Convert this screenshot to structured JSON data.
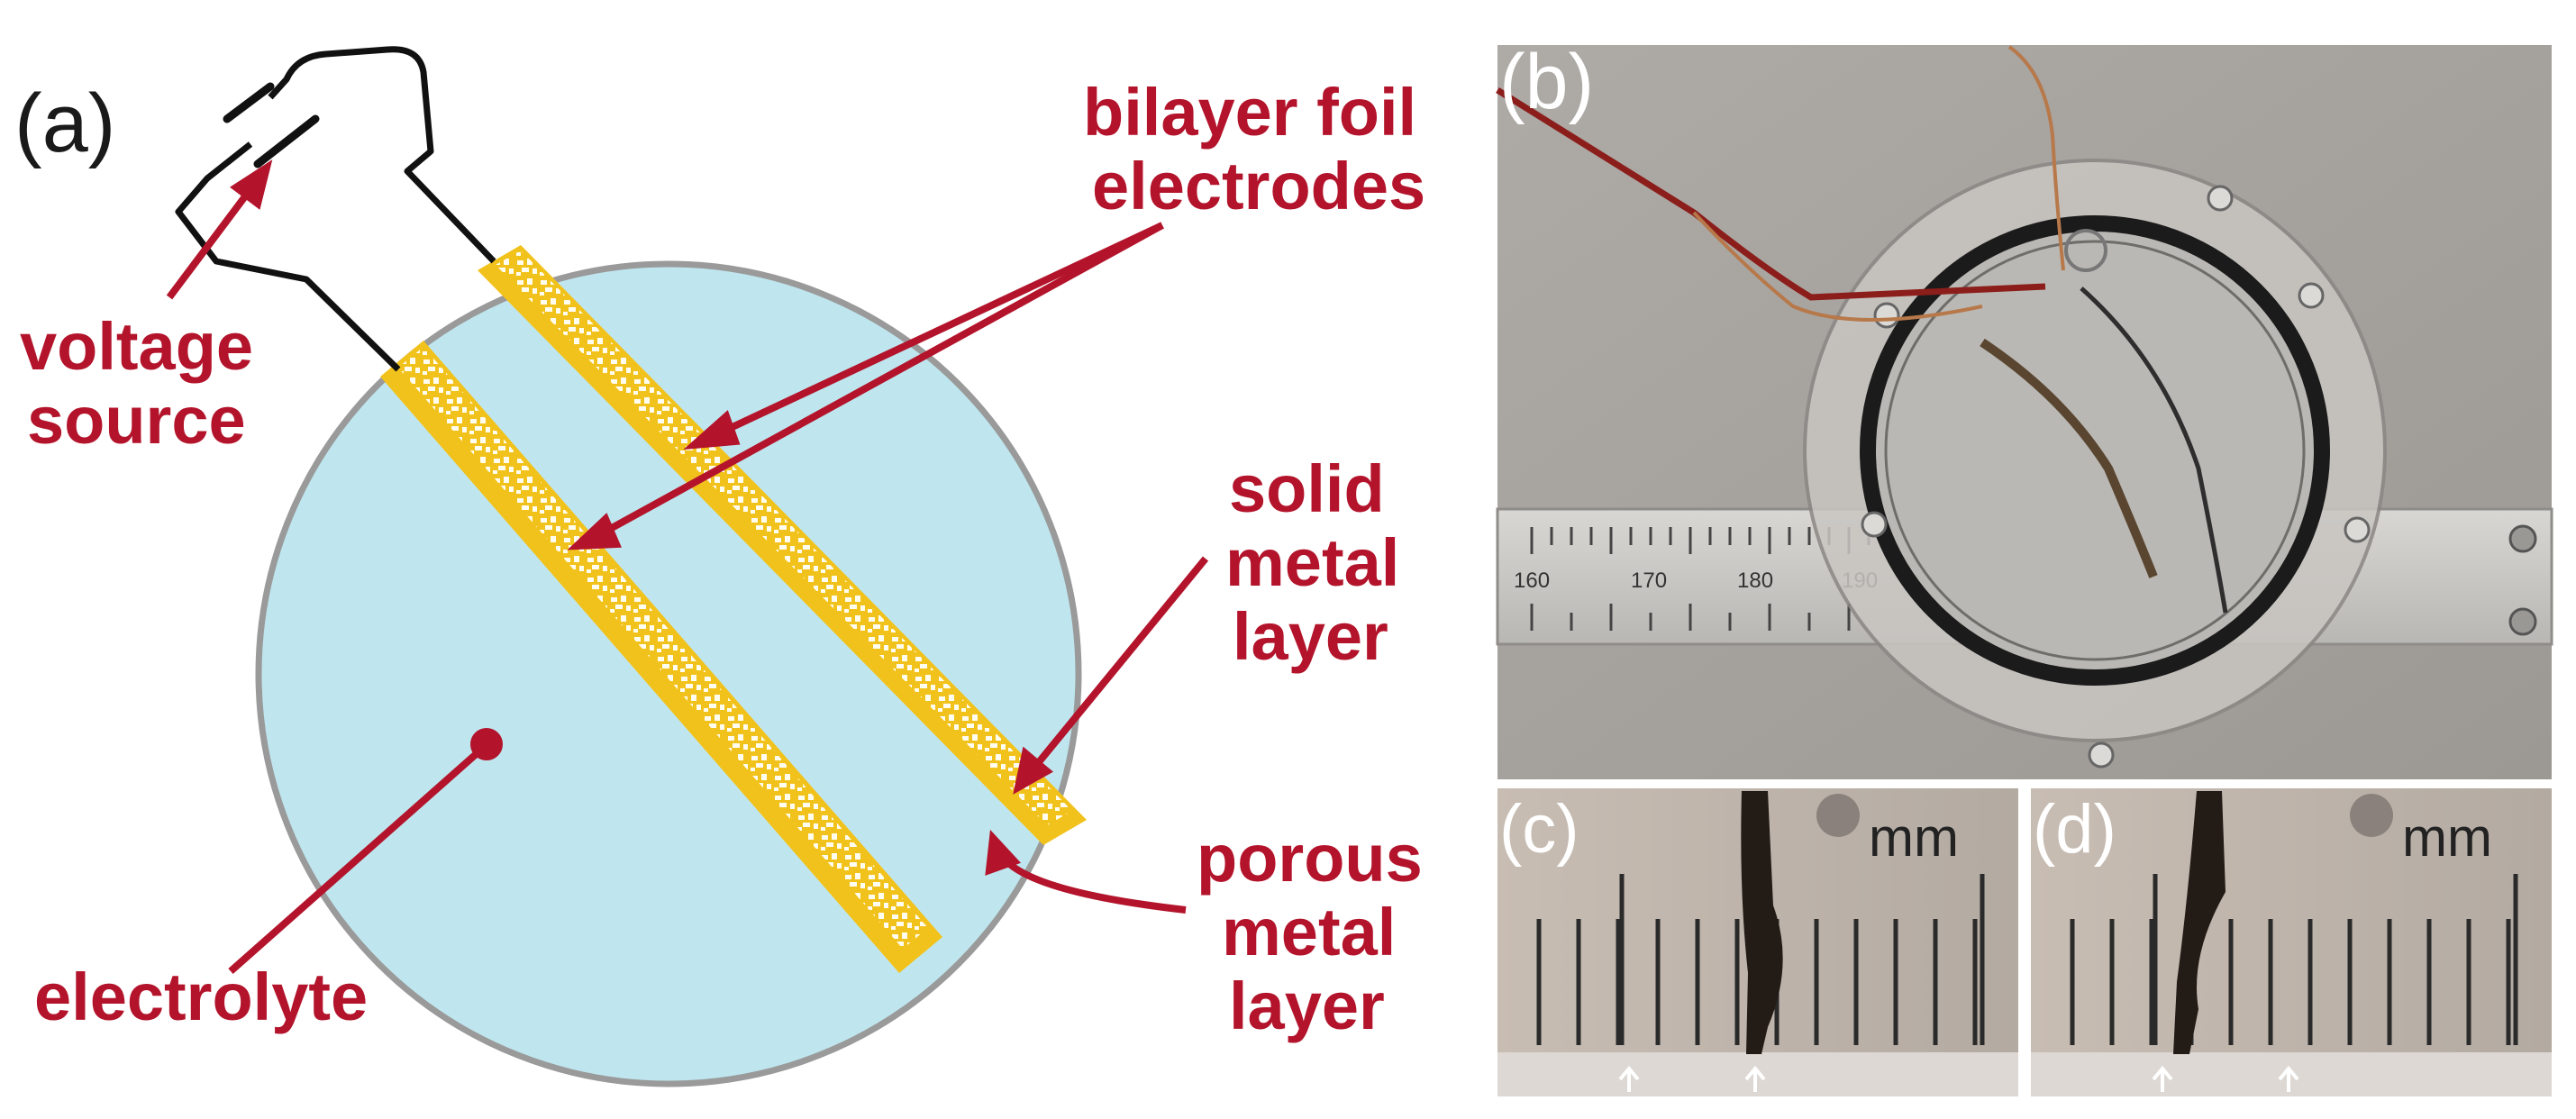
{
  "colors": {
    "accent_red": "#b3142b",
    "electrolyte_fill": "#bfe6ef",
    "electrolyte_edge": "#9a9a9a",
    "foil_gold": "#f2c21c",
    "wire": "#111111"
  },
  "panels": {
    "a": "(a)",
    "b": "(b)",
    "c": "(c)",
    "d": "(d)"
  },
  "labels": {
    "bilayer_line1": "bilayer foil",
    "bilayer_line2": "electrodes",
    "voltage_line1": "voltage",
    "voltage_line2": "source",
    "solid_line1": "solid",
    "solid_line2": "metal",
    "solid_line3": "layer",
    "porous_line1": "porous",
    "porous_line2": "metal",
    "porous_line3": "layer",
    "electrolyte": "electrolyte"
  },
  "photo_b": {
    "ruler_numbers": [
      "160",
      "170",
      "180",
      "190"
    ]
  },
  "photo_c": {
    "unit": "mm"
  },
  "photo_d": {
    "unit": "mm"
  },
  "icons": [
    "battery-symbol-icon",
    "up-arrow-icon"
  ]
}
